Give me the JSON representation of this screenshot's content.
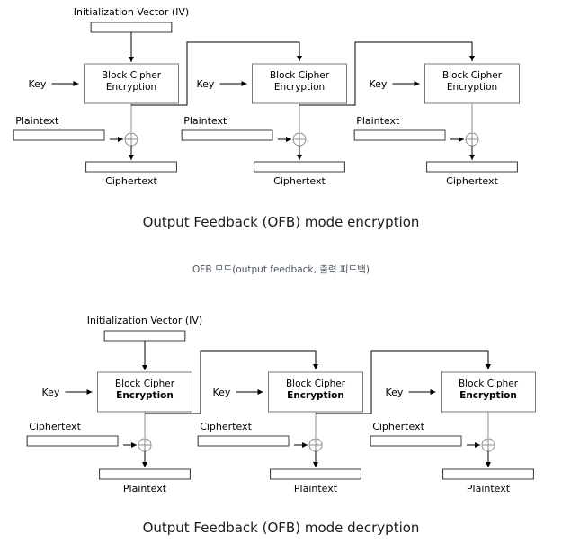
{
  "meta": {
    "title": "Output Feedback (OFB) mode",
    "background_color": "#ffffff",
    "text_color": "#000000",
    "box_border_color": "#7a7a7a",
    "cell_border_color": "#808080",
    "wire_color": "#000000",
    "xor_color": "#8c8c8c",
    "korean_caption_color": "#4a5260"
  },
  "korean_caption": "OFB 모드(output feedback, 출력 피드백)",
  "encryption": {
    "caption": "Output Feedback (OFB) mode encryption",
    "iv_label": "Initialization Vector (IV)",
    "iv_cells": 8,
    "stages": [
      {
        "key_label": "Key",
        "cipher_line1": "Block Cipher",
        "cipher_line2": "Encryption",
        "cipher_line2_bold": false,
        "input_label": "Plaintext",
        "input_cells": 9,
        "output_label": "Ciphertext",
        "output_cells": 9,
        "xor_symbol": "xor"
      },
      {
        "key_label": "Key",
        "cipher_line1": "Block Cipher",
        "cipher_line2": "Encryption",
        "cipher_line2_bold": false,
        "input_label": "Plaintext",
        "input_cells": 9,
        "output_label": "Ciphertext",
        "output_cells": 9,
        "xor_symbol": "xor"
      },
      {
        "key_label": "Key",
        "cipher_line1": "Block Cipher",
        "cipher_line2": "Encryption",
        "cipher_line2_bold": false,
        "input_label": "Plaintext",
        "input_cells": 9,
        "output_label": "Ciphertext",
        "output_cells": 9,
        "xor_symbol": "xor"
      }
    ]
  },
  "decryption": {
    "caption": "Output Feedback (OFB) mode decryption",
    "iv_label": "Initialization Vector (IV)",
    "iv_cells": 8,
    "stages": [
      {
        "key_label": "Key",
        "cipher_line1": "Block Cipher",
        "cipher_line2": "Encryption",
        "cipher_line2_bold": true,
        "input_label": "Ciphertext",
        "input_cells": 9,
        "output_label": "Plaintext",
        "output_cells": 9,
        "xor_symbol": "xor"
      },
      {
        "key_label": "Key",
        "cipher_line1": "Block Cipher",
        "cipher_line2": "Encryption",
        "cipher_line2_bold": true,
        "input_label": "Ciphertext",
        "input_cells": 9,
        "output_label": "Plaintext",
        "output_cells": 9,
        "xor_symbol": "xor"
      },
      {
        "key_label": "Key",
        "cipher_line1": "Block Cipher",
        "cipher_line2": "Encryption",
        "cipher_line2_bold": true,
        "input_label": "Ciphertext",
        "input_cells": 9,
        "output_label": "Plaintext",
        "output_cells": 9,
        "xor_symbol": "xor"
      }
    ]
  }
}
